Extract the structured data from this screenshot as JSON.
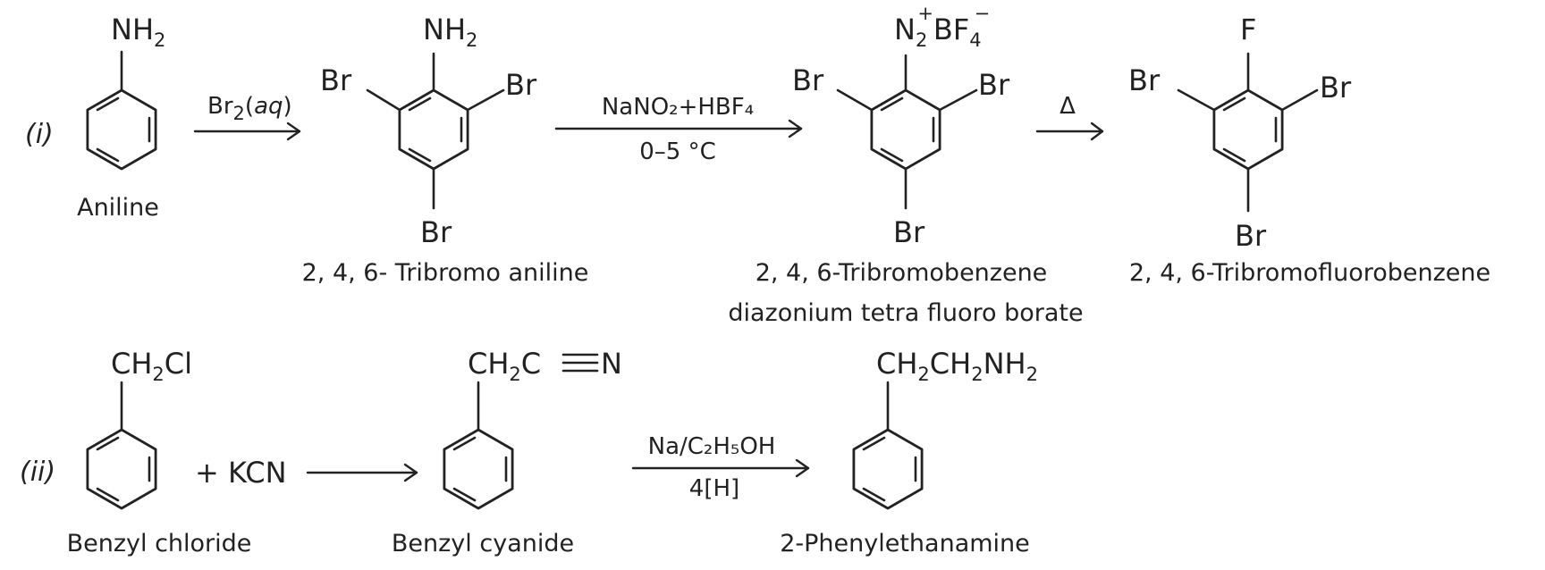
{
  "scheme_i": {
    "label": "(i)",
    "aniline": {
      "group_main": "NH",
      "group_sub": "2",
      "name": "Aniline"
    },
    "reagent1": {
      "prefix": "Br",
      "sub": "2",
      "open": "(",
      "state": "aq",
      "close": ")"
    },
    "tribromoaniline": {
      "group_main": "NH",
      "group_sub": "2",
      "br_left": "Br",
      "br_right": "Br",
      "br_bottom": "Br",
      "name": "2, 4, 6- Tribromo aniline"
    },
    "reagent2": {
      "top": "NaNO₂+HBF₄",
      "bottom": "0–5 °C"
    },
    "diazonium": {
      "n": "N",
      "n_sub": "2",
      "n_sup": "+",
      "bf": "BF",
      "bf_sub": "4",
      "bf_sup": "−",
      "br_left": "Br",
      "br_right": "Br",
      "br_bottom": "Br",
      "name_line1": "2, 4, 6-Tribromobenzene",
      "name_line2": "diazonium tetra fluoro borate"
    },
    "reagent3": {
      "top": "Δ"
    },
    "fluoro": {
      "group": "F",
      "br_left": "Br",
      "br_right": "Br",
      "br_bottom": "Br",
      "name": "2, 4, 6-Tribromofluorobenzene"
    }
  },
  "scheme_ii": {
    "label": "(ii)",
    "benzyl_chloride": {
      "ch": "CH",
      "sub": "2",
      "cl": "Cl",
      "name": "Benzyl chloride"
    },
    "plus_kcn": "+ KCN",
    "benzyl_cyanide": {
      "ch": "CH",
      "sub": "2",
      "c": "C",
      "n": "N",
      "name": "Benzyl cyanide"
    },
    "reagent4": {
      "top": "Na/C₂H₅OH",
      "bottom": "4[H]"
    },
    "phenylethanamine": {
      "ch1": "CH",
      "sub1": "2",
      "ch2": "CH",
      "sub2": "2",
      "nh": "NH",
      "sub3": "2",
      "name": "2-Phenylethanamine"
    }
  }
}
